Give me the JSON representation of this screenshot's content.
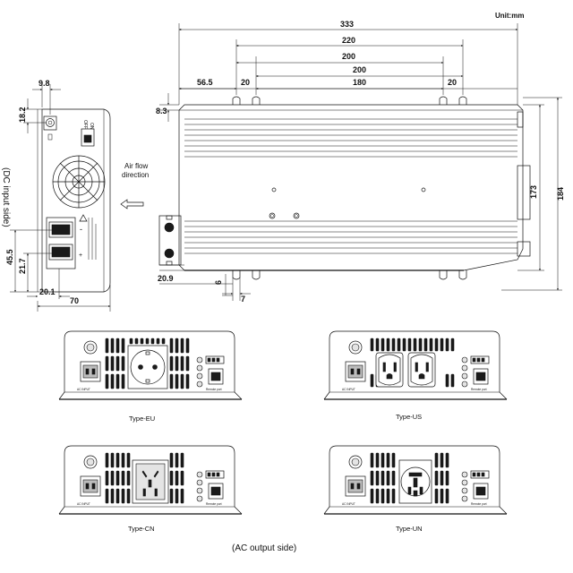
{
  "unit_label": "Unit:mm",
  "dimensions": {
    "top_width": "333",
    "mount_outer": "220",
    "mount_mid": "200",
    "mount_inner": "200",
    "mount_center": "180",
    "left_offset": "56.5",
    "slot_left": "20",
    "slot_right": "20",
    "top_lip": "8.3",
    "height_inner": "173",
    "height_outer": "184",
    "bottom_lip": "20.9",
    "slot_h": "6",
    "slot_w": "7",
    "side_top_w": "9.8",
    "side_switch_h": "18.2",
    "side_term_h": "45.5",
    "side_term_low": "21.7",
    "side_term_x": "20.1",
    "side_width": "70"
  },
  "labels": {
    "air_flow": [
      "Air flow",
      "direction"
    ],
    "dc_input": "(DC input side)",
    "ac_output": "(AC output side)",
    "switch_on": "ON",
    "switch_off": "OFF",
    "dc_plus": "+",
    "dc_minus": "-"
  },
  "panels": [
    {
      "caption": "Type-EU",
      "ac_input": "AC INPUT",
      "remote": "Remote port"
    },
    {
      "caption": "Type-US",
      "ac_input": "AC INPUT",
      "remote": "Remote port"
    },
    {
      "caption": "Type-CN",
      "ac_input": "AC INPUT",
      "remote": "Remote port"
    },
    {
      "caption": "Type-UN",
      "ac_input": "AC INPUT",
      "remote": "Remote port"
    }
  ]
}
